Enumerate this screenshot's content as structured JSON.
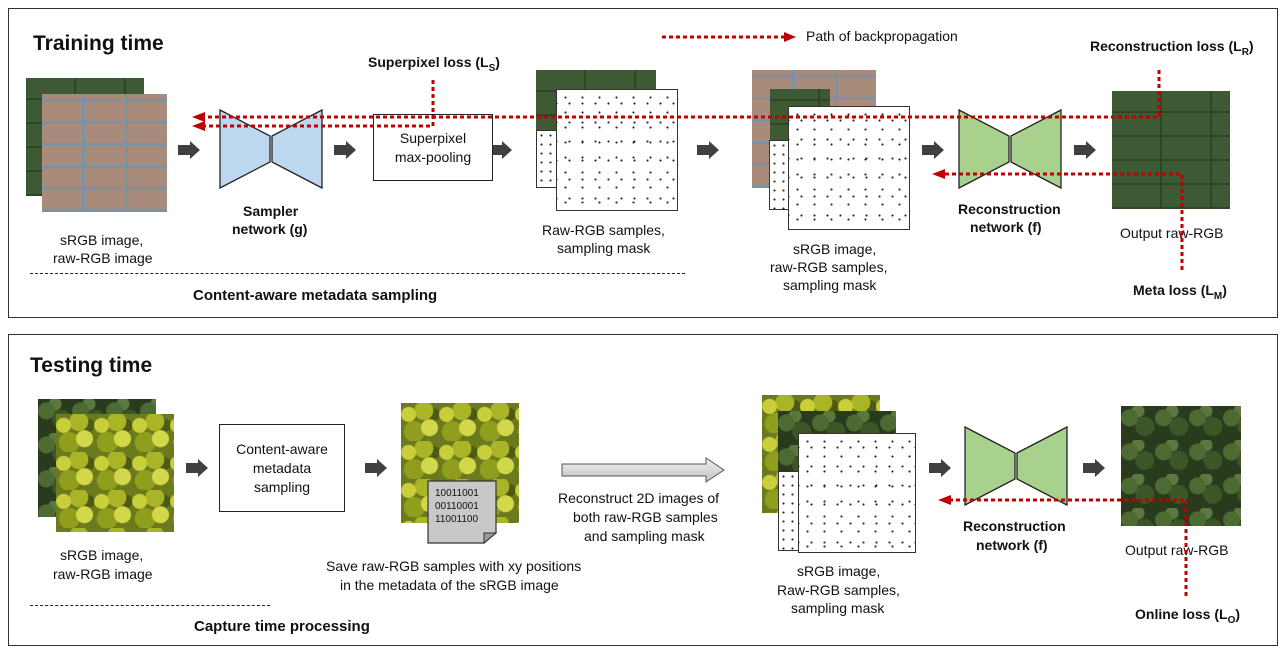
{
  "training": {
    "title": "Training time",
    "legend": "Path of backpropagation",
    "superpixel_loss": "Superpixel loss (L",
    "superpixel_loss_sub": "S",
    "reconstruction_loss": "Reconstruction loss (L",
    "reconstruction_loss_sub": "R",
    "meta_loss": "Meta loss (L",
    "meta_loss_sub": "M",
    "input_label_1": "sRGB image,",
    "input_label_2": "raw-RGB image",
    "sampler_label_1": "Sampler",
    "sampler_label_2": "network (g)",
    "pool_label_1": "Superpixel",
    "pool_label_2": "max-pooling",
    "samples_label_1": "Raw-RGB samples,",
    "samples_label_2": "sampling mask",
    "stack_label_1": "sRGB image,",
    "stack_label_2": "raw-RGB samples,",
    "stack_label_3": "sampling mask",
    "recon_label_1": "Reconstruction",
    "recon_label_2": "network (f)",
    "output_label": "Output raw-RGB",
    "section_label": "Content-aware metadata sampling",
    "close_paren": ")"
  },
  "testing": {
    "title": "Testing time",
    "input_label_1": "sRGB image,",
    "input_label_2": "raw-RGB image",
    "box_label_1": "Content-aware",
    "box_label_2": "metadata",
    "box_label_3": "sampling",
    "bits_1": "10011001",
    "bits_2": "00110001",
    "bits_3": "11001100",
    "save_label_1": "Save raw-RGB samples with xy positions",
    "save_label_2": "in the metadata of the sRGB image",
    "reconstruct_label_1": "Reconstruct 2D images of",
    "reconstruct_label_2": "both raw-RGB samples",
    "reconstruct_label_3": "and sampling mask",
    "stack_label_1": "sRGB image,",
    "stack_label_2": "Raw-RGB samples,",
    "stack_label_3": "sampling mask",
    "recon_label_1": "Reconstruction",
    "recon_label_2": "network (f)",
    "output_label": "Output raw-RGB",
    "online_loss": "Online loss (L",
    "online_loss_sub": "O",
    "section_label": "Capture time processing",
    "close_paren": ")"
  },
  "colors": {
    "sampler_fill": "#bdd7ee",
    "recon_fill": "#a9d18e",
    "backprop_red": "#c00000",
    "arrow_gray": "#404040"
  },
  "icons": {
    "arrow": "block-arrow-right-icon",
    "document": "document-icon"
  }
}
